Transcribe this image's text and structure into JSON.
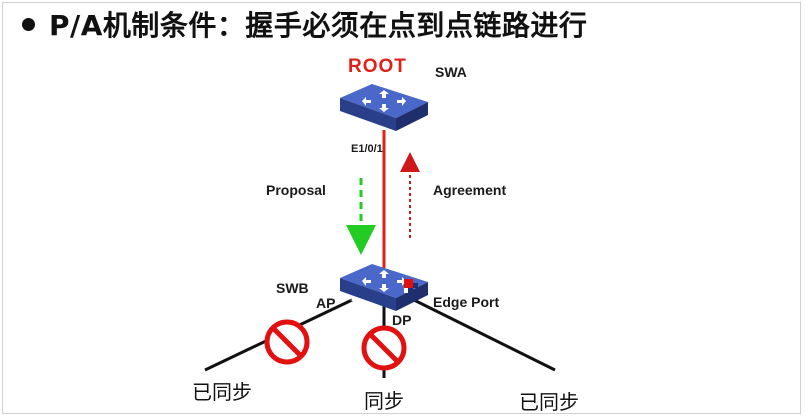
{
  "title": "P/A机制条件：握手必须在点到点链路进行",
  "labels": {
    "root": "ROOT",
    "swa": "SWA",
    "swa_port": "E1/0/1",
    "proposal": "Proposal",
    "agreement": "Agreement",
    "swb": "SWB",
    "ap": "AP",
    "dp": "DP",
    "edge_port": "Edge Port",
    "left_bottom": "已同步",
    "center_bottom": "同步",
    "right_bottom": "已同步"
  },
  "colors": {
    "root": "#e0201a",
    "link": "#e0201a",
    "proposal": "#22cc22",
    "agreement": "#d01818",
    "switch_top": "#3d5bbf",
    "switch_side": "#2a3f8a",
    "prohibit": "#e31010"
  },
  "icons": {
    "switch": "switch-icon",
    "prohibit": "prohibit-icon",
    "port_marker": "edge-port-marker"
  }
}
